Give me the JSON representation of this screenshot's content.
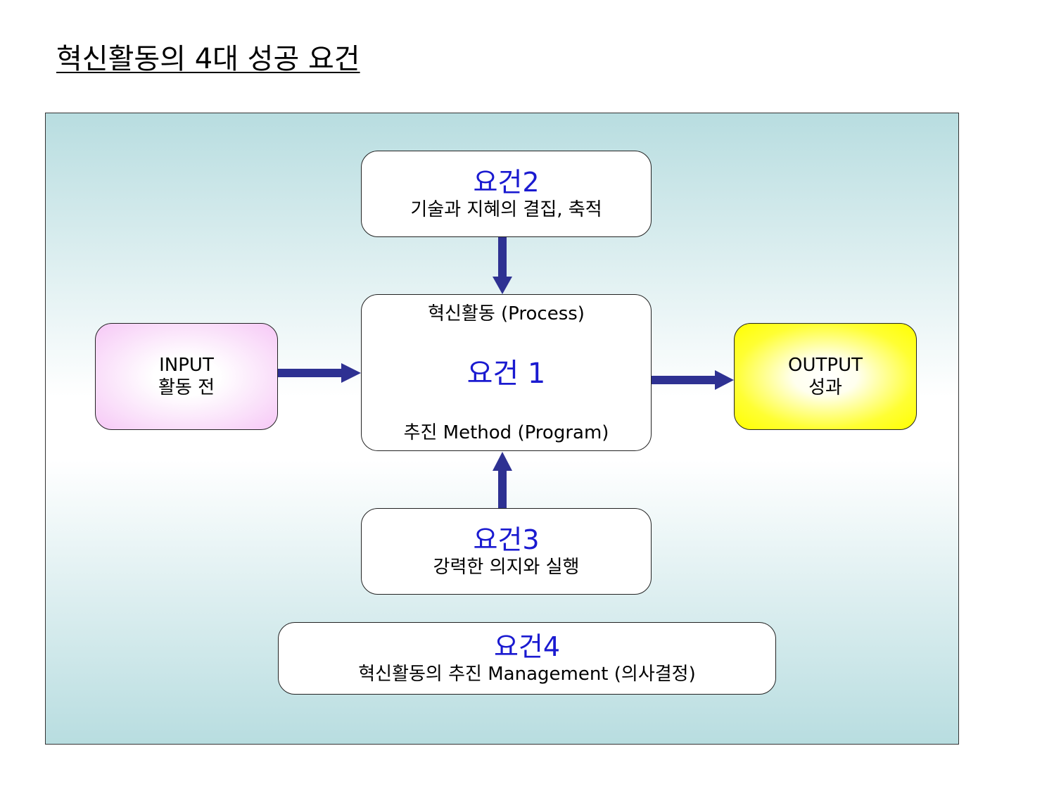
{
  "title": "혁신활동의 4대 성공 요건",
  "req2": {
    "label": "요건2",
    "desc": "기술과 지혜의 결집, 축적"
  },
  "process": {
    "top": "혁신활동 (Process)",
    "label": "요건 1",
    "bottom": "추진 Method (Program)"
  },
  "input": {
    "line1": "INPUT",
    "line2": "활동 전"
  },
  "output": {
    "line1": "OUTPUT",
    "line2": "성과"
  },
  "req3": {
    "label": "요건3",
    "desc": "강력한 의지와 실행"
  },
  "req4": {
    "label": "요건4",
    "desc": "혁신활동의 추진 Management (의사결정)"
  },
  "colors": {
    "requirement_label": "#1a1ad0",
    "arrow": "#2e3192",
    "input_fill": "#f6c8f6",
    "output_fill": "#ffff00",
    "panel_fill": "#b8dde0"
  }
}
